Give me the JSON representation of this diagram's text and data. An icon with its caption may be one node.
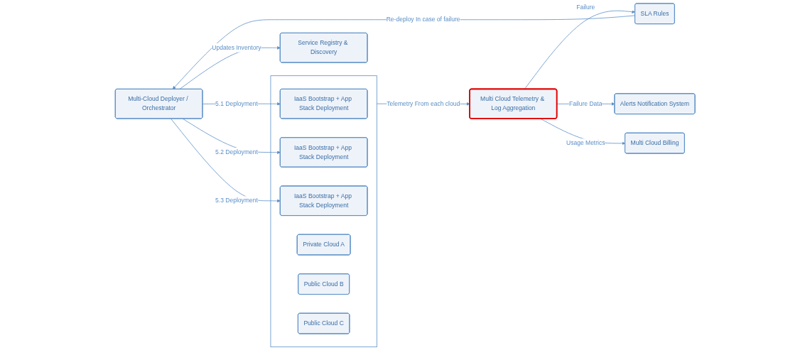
{
  "diagram": {
    "nodes": [
      {
        "text": [
          "Service Registry & Discovery"
        ]
      },
      {
        "text": [
          "Multi-Cloud Deployer / Orchestrator"
        ]
      },
      {
        "text": [
          "SLA Rules"
        ]
      },
      {
        "text": [
          "Multi Cloud Telemetry & Log Aggregation"
        ]
      },
      {
        "text": [
          "Alerts Notification System"
        ]
      },
      {
        "text": [
          "Multi Cloud Billing"
        ]
      },
      {
        "text": [],
        "shape": "box"
      },
      {
        "text": [
          "IaaS Bootstrap + App Stack Deployment"
        ],
        "in": 6
      },
      {
        "text": [
          "IaaS Bootstrap + App Stack Deployment"
        ],
        "in": 6
      },
      {
        "text": [
          "IaaS Bootstrap + App Stack Deployment"
        ],
        "in": 6
      },
      {
        "text": [
          "Private Cloud A"
        ],
        "in": 6
      },
      {
        "text": [
          "Public Cloud B"
        ],
        "in": 6
      },
      {
        "text": [
          "Public Cloud C"
        ],
        "in": 6
      }
    ],
    "edges": [
      {
        "from": 1,
        "to": 0,
        "arrow": "to",
        "label": "Updates Inventory"
      },
      {
        "from": 2,
        "to": 1,
        "arrow": "to",
        "label": "Re-deploy In case of failure"
      },
      {
        "from": 3,
        "to": 2,
        "arrow": "to",
        "label": "Failure"
      },
      {
        "from": 6,
        "to": 3,
        "arrow": "to",
        "label": "Telemetry From each cloud"
      },
      {
        "from": 3,
        "to": 4,
        "arrow": "to",
        "label": "Failure Data"
      },
      {
        "from": 3,
        "to": 5,
        "arrow": "to",
        "label": "Usage Metrics"
      },
      {
        "from": 1,
        "to": 7,
        "arrow": "to",
        "label": "5.1 Deployment"
      },
      {
        "from": 1,
        "to": 8,
        "arrow": "to",
        "label": "5.2 Deployment"
      },
      {
        "from": 1,
        "to": 9,
        "arrow": "to",
        "label": "5.3 Deployment"
      }
    ]
  }
}
